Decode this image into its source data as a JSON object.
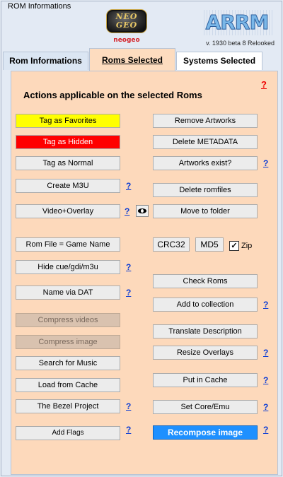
{
  "window": {
    "group_title": "ROM Informations"
  },
  "header": {
    "logo_text_top": "NEO",
    "logo_text_bottom": "GEO",
    "logo_caption": "neogeo",
    "brand": "ARRM",
    "version": "v. 1930 beta 8 Relooked"
  },
  "tabs": [
    {
      "label": "Rom Informations"
    },
    {
      "label": "Roms Selected"
    },
    {
      "label": "Systems Selected"
    }
  ],
  "panel": {
    "heading": "Actions applicable on the selected Roms",
    "help_red": "?",
    "help_blue": "?"
  },
  "left_buttons": {
    "tag_favorites": "Tag as Favorites",
    "tag_hidden": "Tag as Hidden",
    "tag_normal": "Tag as Normal",
    "create_m3u": "Create M3U",
    "video_overlay": "Video+Overlay",
    "rom_file_game_name": "Rom File = Game Name",
    "hide_cue": "Hide cue/gdi/m3u",
    "name_via_dat": "Name via DAT",
    "compress_videos": "Compress videos",
    "compress_image": "Compress image",
    "search_music": "Search for Music",
    "load_cache": "Load from Cache",
    "bezel_project": "The Bezel Project",
    "add_flags": "Add Flags"
  },
  "right_buttons": {
    "remove_artworks": "Remove Artworks",
    "delete_metadata": "Delete METADATA",
    "artworks_exist": "Artworks exist?",
    "delete_romfiles": "Delete romfiles",
    "move_to_folder": "Move to folder",
    "crc32": "CRC32",
    "md5": "MD5",
    "zip_label": "Zip",
    "check_roms": "Check Roms",
    "add_collection": "Add to collection",
    "translate_desc": "Translate Description",
    "resize_overlays": "Resize Overlays",
    "put_cache": "Put in Cache",
    "set_core": "Set Core/Emu",
    "recompose_image": "Recompose image"
  },
  "checkbox_mark": "✓",
  "colors": {
    "panel_bg": "#fdd9bb",
    "window_bg": "#e3eaf4",
    "favorites": "#ffff00",
    "hidden": "#ff0000",
    "recompose": "#1e90ff",
    "help_link": "#0b3cd4",
    "help_red": "#ee0000"
  }
}
